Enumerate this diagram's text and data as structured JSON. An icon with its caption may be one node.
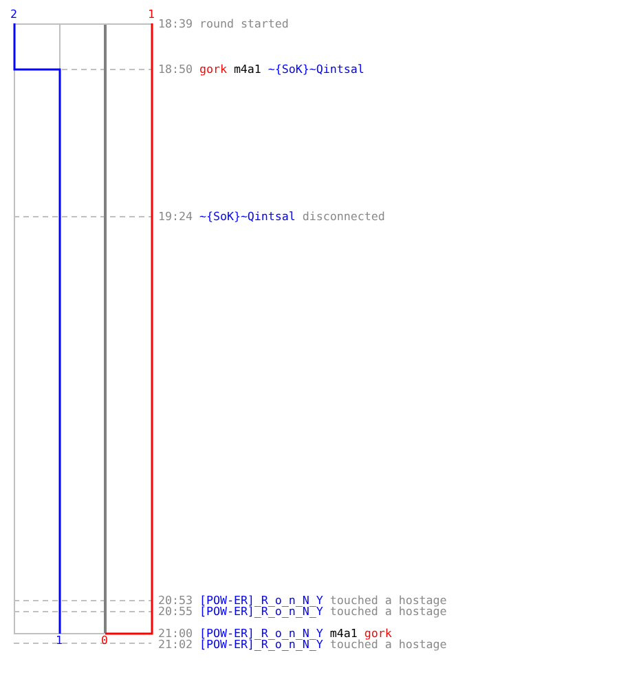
{
  "diagram": {
    "labels": [
      "2",
      "1",
      "18:39",
      "round started",
      "18:50",
      "gork",
      "m4a1",
      "~{SoK}~Qintsal",
      "19:24",
      "~{SoK}~Qintsal",
      "disconnected",
      "20:53",
      "[POW-ER]_R_o_n_N_Y",
      "touched a hostage",
      "20:55",
      "[POW-ER]_R_o_n_N_Y",
      "touched a hostage",
      "21:00",
      "[POW-ER]_R_o_n_N_Y",
      "m4a1",
      "gork",
      "1",
      "0",
      "21:02",
      "[POW-ER]_R_o_n_N_Y",
      "touched a hostage"
    ]
  }
}
